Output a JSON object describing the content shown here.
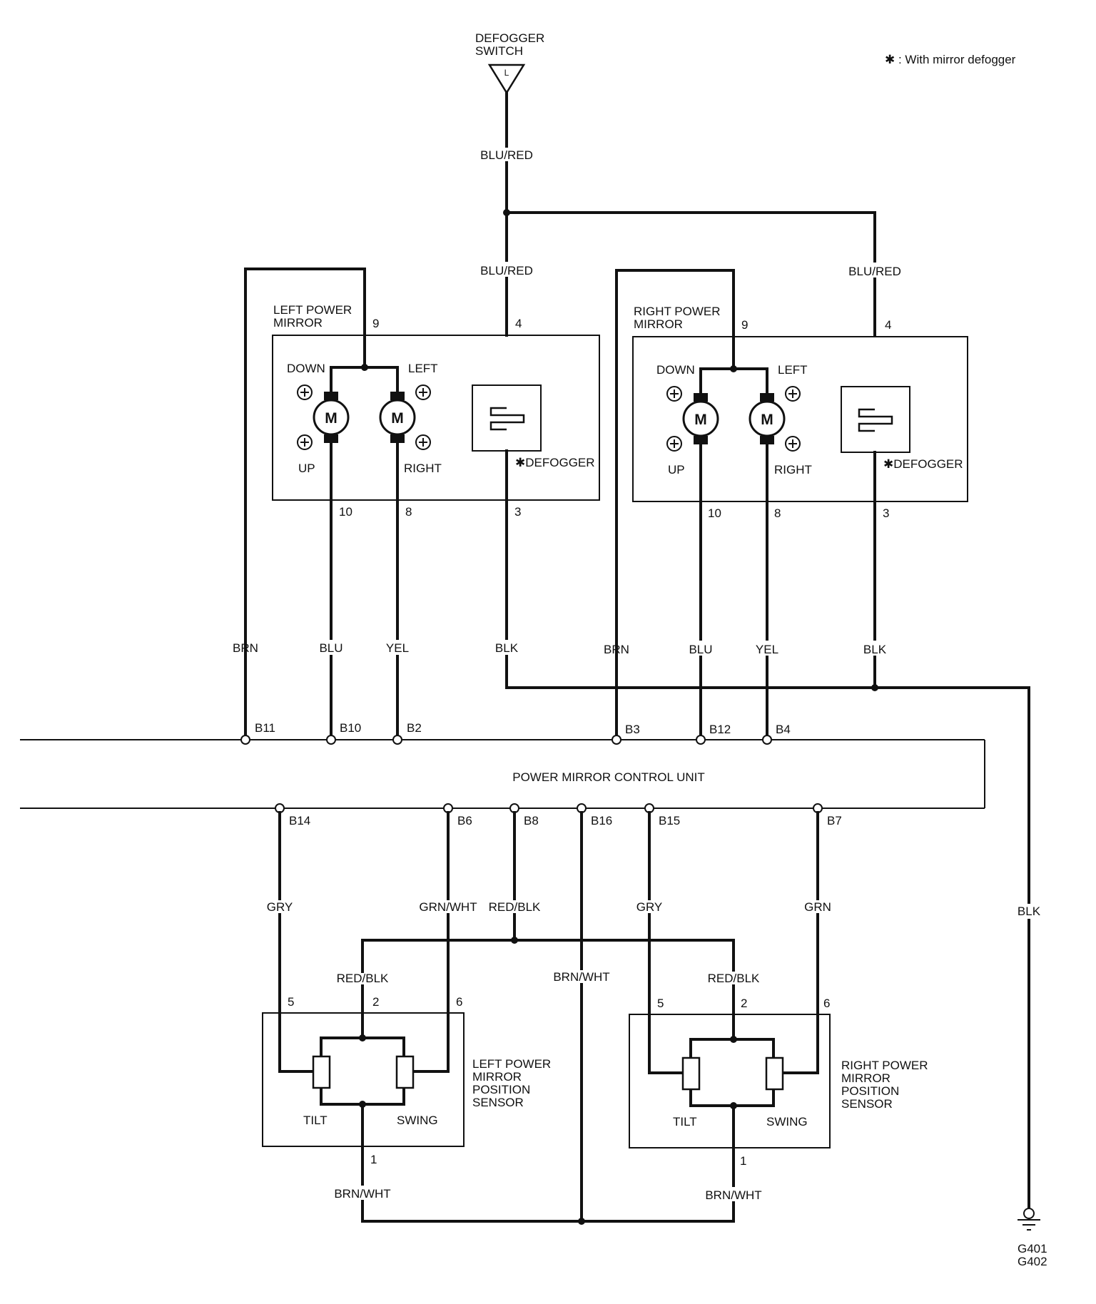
{
  "note": "✱ : With mirror defogger",
  "defogger_switch": {
    "line1": "DEFOGGER",
    "line2": "SWITCH",
    "pin": "L"
  },
  "control_unit": "POWER MIRROR CONTROL UNIT",
  "ground": {
    "line1": "G401",
    "line2": "G402"
  },
  "left_mirror": {
    "name_line1": "LEFT POWER",
    "name_line2": "MIRROR",
    "down": "DOWN",
    "up": "UP",
    "left": "LEFT",
    "right": "RIGHT",
    "defogger": "✱DEFOGGER",
    "pin_common": "9",
    "pin_defog_in": "4",
    "pin_updown": "10",
    "pin_leftright": "8",
    "pin_defog_out": "3",
    "motor": "M"
  },
  "right_mirror": {
    "name_line1": "RIGHT POWER",
    "name_line2": "MIRROR",
    "down": "DOWN",
    "up": "UP",
    "left": "LEFT",
    "right": "RIGHT",
    "defogger": "✱DEFOGGER",
    "pin_common": "9",
    "pin_defog_in": "4",
    "pin_updown": "10",
    "pin_leftright": "8",
    "pin_defog_out": "3",
    "motor": "M"
  },
  "left_sensor": {
    "name_line1": "LEFT POWER",
    "name_line2": "MIRROR",
    "name_line3": "POSITION",
    "name_line4": "SENSOR",
    "tilt": "TILT",
    "swing": "SWING",
    "pin_tilt": "5",
    "pin_ref": "2",
    "pin_swing": "6",
    "pin_gnd": "1"
  },
  "right_sensor": {
    "name_line1": "RIGHT POWER",
    "name_line2": "MIRROR",
    "name_line3": "POSITION",
    "name_line4": "SENSOR",
    "tilt": "TILT",
    "swing": "SWING",
    "pin_tilt": "5",
    "pin_ref": "2",
    "pin_swing": "6",
    "pin_gnd": "1"
  },
  "wires": {
    "blu_red_top": "BLU/RED",
    "blu_red_left": "BLU/RED",
    "blu_red_right": "BLU/RED",
    "left_brn": "BRN",
    "left_blu": "BLU",
    "left_yel": "YEL",
    "left_blk": "BLK",
    "right_brn": "BRN",
    "right_blu": "BLU",
    "right_yel": "YEL",
    "right_blk": "BLK",
    "gry_left": "GRY",
    "grn_wht": "GRN/WHT",
    "red_blk_top": "RED/BLK",
    "gry_right": "GRY",
    "grn": "GRN",
    "blk_ground": "BLK",
    "red_blk_left": "RED/BLK",
    "red_blk_right": "RED/BLK",
    "brn_wht_mid": "BRN/WHT",
    "brn_wht_left": "BRN/WHT",
    "brn_wht_right": "BRN/WHT"
  },
  "terminals": {
    "b11": "B11",
    "b10": "B10",
    "b2": "B2",
    "b3": "B3",
    "b12": "B12",
    "b4": "B4",
    "b14": "B14",
    "b6": "B6",
    "b8": "B8",
    "b16": "B16",
    "b15": "B15",
    "b7": "B7"
  }
}
